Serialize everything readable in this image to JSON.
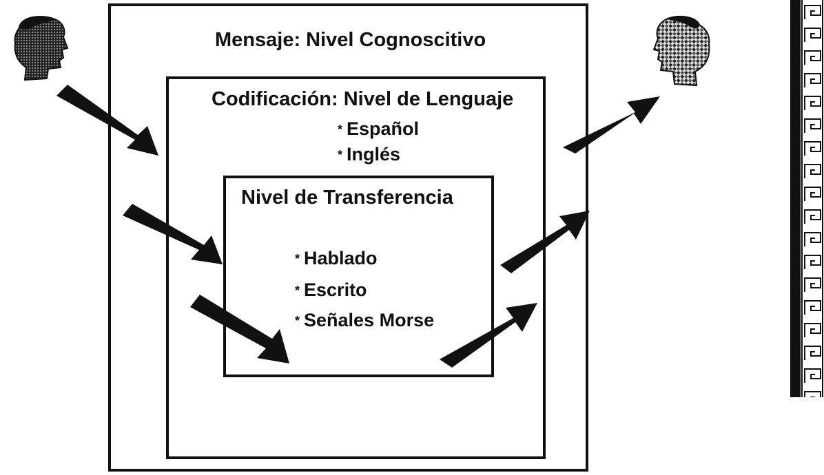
{
  "levels": {
    "message": "Mensaje: Nivel Cognoscitivo",
    "coding": "Codificación: Nivel de Lenguaje",
    "transfer": "Nivel de Transferencia"
  },
  "languages": [
    "Español",
    "Inglés"
  ],
  "media": [
    "Hablado",
    "Escrito",
    "Señales Morse"
  ],
  "bullet": "*",
  "icons": {
    "sender": "person-head-icon",
    "receiver": "person-head-patterned-icon",
    "arrows": "arrow-icon",
    "border": "greek-key-border"
  },
  "colors": {
    "ink": "#111111",
    "background": "#ffffff"
  }
}
